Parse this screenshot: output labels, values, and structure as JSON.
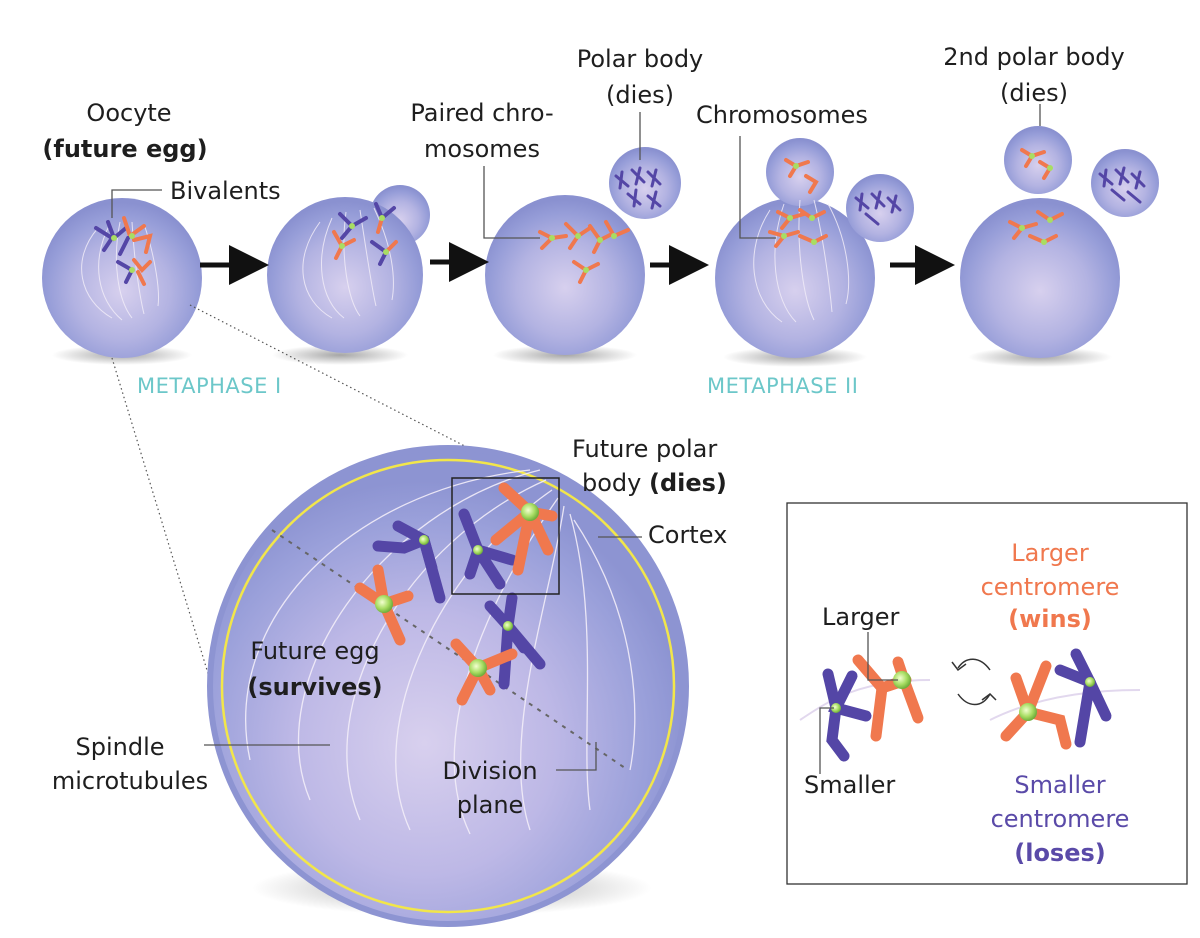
{
  "colors": {
    "cell": "#8f96d4",
    "cell_edge": "#7c84c6",
    "cell_inner": "#c9c4e8",
    "chrom_orange": "#f0784e",
    "chrom_purple": "#5446a6",
    "centromere": "#9fd85c",
    "cortex": "#f2e64a",
    "stage_label": "#6cc7c9",
    "orange_text": "#f0784e",
    "purple_text": "#5a4aa8"
  },
  "labels": {
    "oocyte": "Oocyte",
    "future_egg_top": "(future egg)",
    "bivalents": "Bivalents",
    "paired_line1": "Paired chro-",
    "paired_line2": "mosomes",
    "polar_line1": "Polar body",
    "polar_line2": "(dies)",
    "chromosomes": "Chromosomes",
    "second_polar_line1": "2nd polar body",
    "second_polar_line2": "(dies)",
    "metaphase1": "METAPHASE I",
    "metaphase2": "METAPHASE II",
    "future_polar_line1": "Future polar",
    "future_polar_line2a": "body ",
    "future_polar_line2b": "(dies)",
    "cortex": "Cortex",
    "future_egg_line1": "Future egg",
    "future_egg_line2": "(survives)",
    "spindle_line1": "Spindle",
    "spindle_line2": "microtubules",
    "division_line1": "Division",
    "division_line2": "plane"
  },
  "legend": {
    "larger_line1": "Larger",
    "larger_line2": "centromere",
    "wins": "(wins)",
    "larger_short": "Larger",
    "smaller_short": "Smaller",
    "smaller_line1": "Smaller",
    "smaller_line2": "centromere",
    "loses": "(loses)"
  }
}
